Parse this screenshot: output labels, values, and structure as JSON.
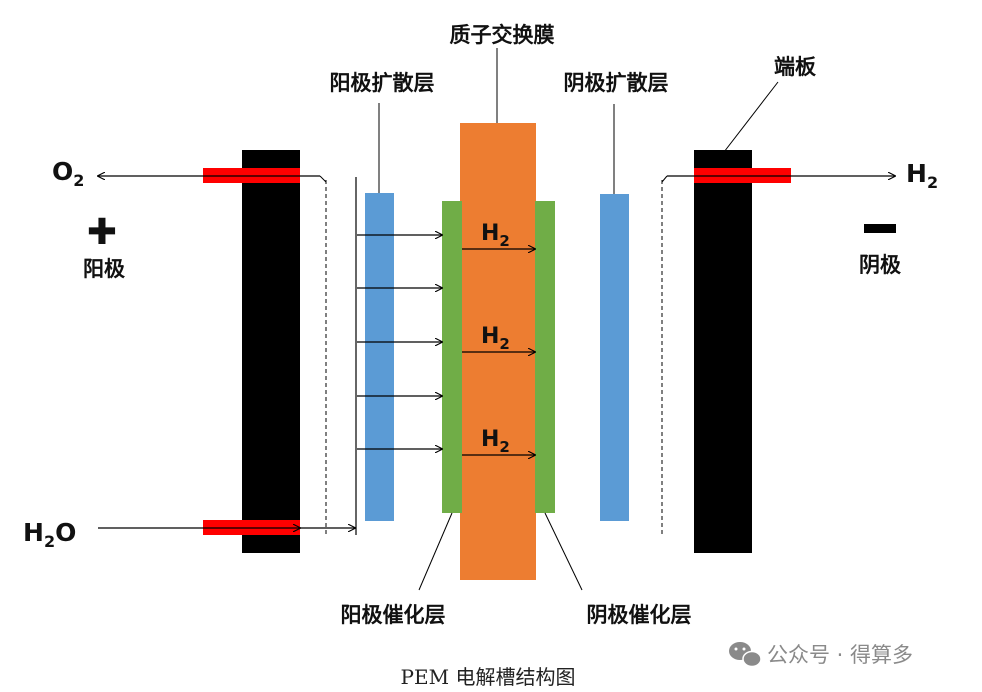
{
  "labels": {
    "membrane": "质子交换膜",
    "end_plate": "端板",
    "anode_diffusion": "阳极扩散层",
    "cathode_diffusion": "阴极扩散层",
    "anode_catalyst": "阳极催化层",
    "cathode_catalyst": "阴极催化层",
    "anode": "阳极",
    "cathode": "阴极",
    "plus_sign": "✚",
    "o2_base": "O",
    "o2_sub": "2",
    "h2_out_base": "H",
    "h2_out_sub": "2",
    "h2o_base": "H",
    "h2o_sub": "2",
    "h2o_tail": "O",
    "h2_flow_base": "H",
    "h2_flow_sub": "2"
  },
  "caption": "PEM 电解槽结构图",
  "watermark": "公众号 · 得算多",
  "colors": {
    "end_plate": "#000000",
    "port": "#ff0000",
    "diffusion_layer": "#5b9bd5",
    "catalyst_layer": "#70ad47",
    "membrane": "#ed7d31",
    "line": "#000000"
  },
  "icons": {
    "plus": "plus-icon",
    "minus": "minus-icon",
    "wechat": "wechat-icon"
  }
}
